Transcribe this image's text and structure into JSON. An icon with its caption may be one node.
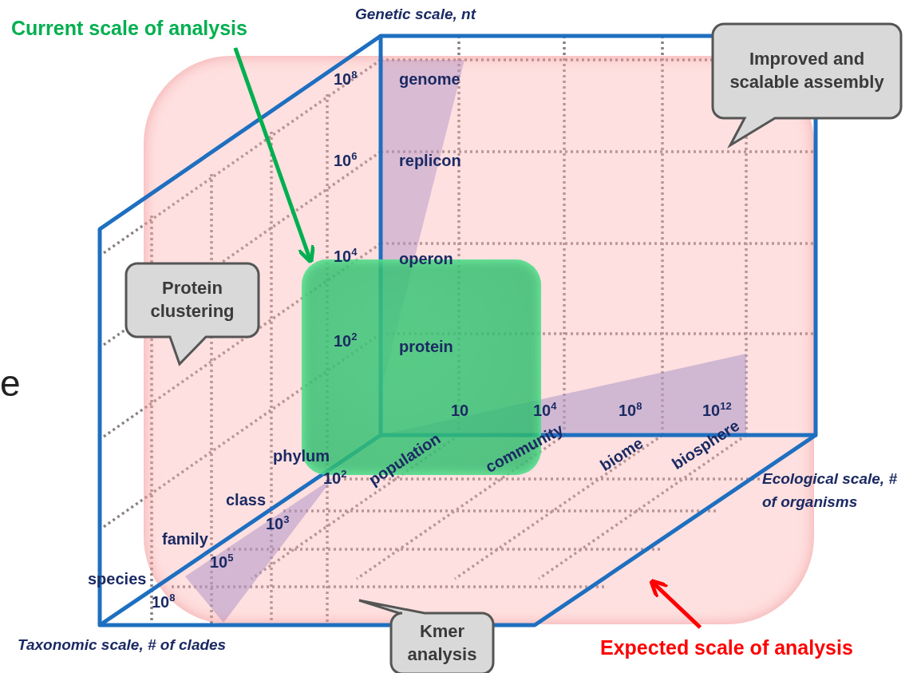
{
  "diagram": {
    "nodes": [
      {
        "text": [
          "Current scale of analysis"
        ]
      },
      {
        "text": [
          "Improved and scalable assembly"
        ]
      },
      {
        "text": [],
        "shape": "box"
      },
      {
        "text": [],
        "shape": "box",
        "in": 2
      },
      {
        "text": [
          "Protein clustering"
        ]
      },
      {
        "text": [
          "Kmer analysis"
        ]
      },
      {
        "text": [
          "Expected scale of analysis"
        ]
      }
    ],
    "edges": [
      {
        "from": 0,
        "to": 3,
        "arrow": "to",
        "color": "#00b050"
      },
      {
        "from": 6,
        "to": 2,
        "arrow": "to",
        "color": "#ff0000"
      }
    ],
    "labels": [
      "Genetic scale, nt",
      "10$^{8}$",
      "genome",
      "10$^{6}$",
      "replicon",
      "10$^{4}$",
      "operon",
      "e",
      "10$^{2}$",
      "protein",
      "10",
      "10$^{4}$",
      "10$^{8}$",
      "10$^{12}$",
      "phylum",
      "population",
      "community",
      "biome",
      "biosphere",
      "10$^{2}$",
      "Ecological scale, # of organisms",
      "class",
      "10$^{3}$",
      "family",
      "10$^{5}$",
      "species",
      "10$^{8}$",
      "Taxonomic scale, # of clades"
    ]
  }
}
